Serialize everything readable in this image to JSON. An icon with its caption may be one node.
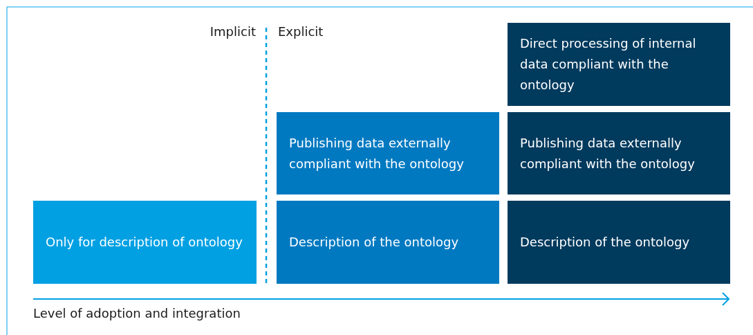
{
  "diagram": {
    "nodes": [
      {
        "text": [
          "Direct processing of internal data compliant with the ontology"
        ]
      },
      {
        "text": [
          "Publishing data externally compliant with the ontology"
        ]
      },
      {
        "text": [
          "Publishing data externally compliant with the ontology"
        ]
      },
      {
        "text": [
          "Only for description of ontology"
        ]
      },
      {
        "text": [
          "Description of the ontology"
        ]
      },
      {
        "text": [
          "Description of the ontology"
        ]
      }
    ],
    "edges": [],
    "labels": [
      "Implicit",
      "Explicit",
      "Level of adoption and integration"
    ]
  }
}
